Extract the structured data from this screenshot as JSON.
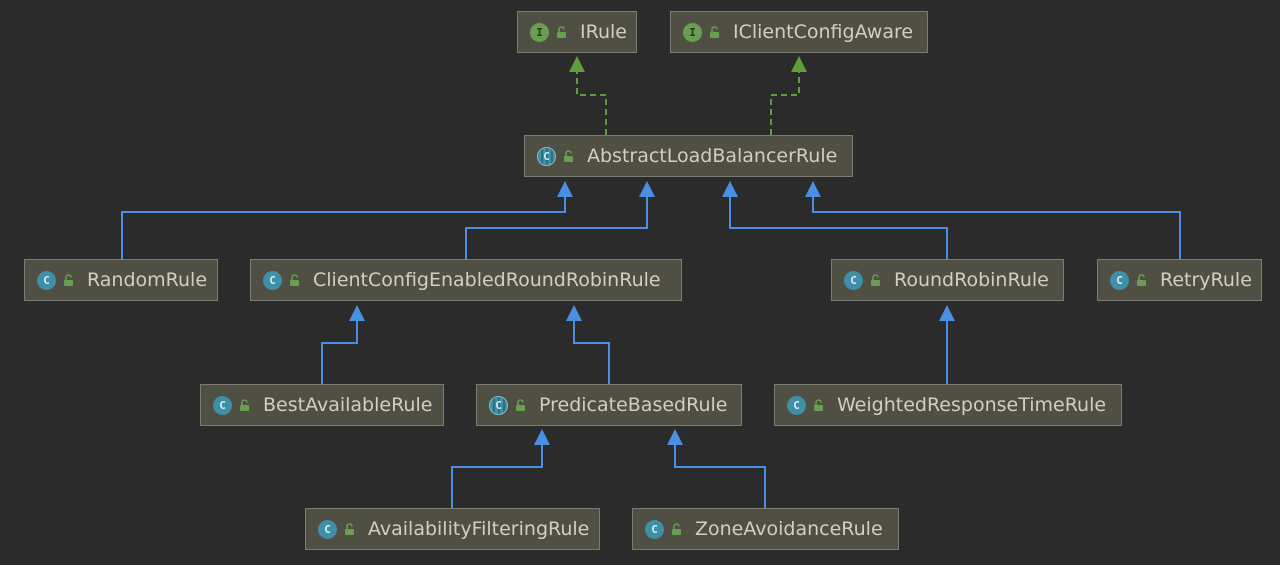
{
  "diagram": {
    "nodes": [
      {
        "id": "irule",
        "kind": "interface",
        "kind_letter": "I",
        "name": "IRule"
      },
      {
        "id": "iclientconfigaware",
        "kind": "interface",
        "kind_letter": "I",
        "name": "IClientConfigAware"
      },
      {
        "id": "abstractloadbalancerrule",
        "kind": "abstract",
        "kind_letter": "C",
        "name": "AbstractLoadBalancerRule"
      },
      {
        "id": "randomrule",
        "kind": "class",
        "kind_letter": "C",
        "name": "RandomRule"
      },
      {
        "id": "clientconfigenabledroundrobinrule",
        "kind": "class",
        "kind_letter": "C",
        "name": "ClientConfigEnabledRoundRobinRule"
      },
      {
        "id": "roundrobinrule",
        "kind": "class",
        "kind_letter": "C",
        "name": "RoundRobinRule"
      },
      {
        "id": "retryrule",
        "kind": "class",
        "kind_letter": "C",
        "name": "RetryRule"
      },
      {
        "id": "bestavailablerule",
        "kind": "class",
        "kind_letter": "C",
        "name": "BestAvailableRule"
      },
      {
        "id": "predicatebasedrule",
        "kind": "abstract",
        "kind_letter": "C",
        "name": "PredicateBasedRule"
      },
      {
        "id": "weightedresponsetimerule",
        "kind": "class",
        "kind_letter": "C",
        "name": "WeightedResponseTimeRule"
      },
      {
        "id": "availabilityfilteringrule",
        "kind": "class",
        "kind_letter": "C",
        "name": "AvailabilityFilteringRule"
      },
      {
        "id": "zoneavoidancerule",
        "kind": "class",
        "kind_letter": "C",
        "name": "ZoneAvoidanceRule"
      }
    ],
    "edges": [
      {
        "from": "abstractloadbalancerrule",
        "to": "irule",
        "type": "implements"
      },
      {
        "from": "abstractloadbalancerrule",
        "to": "iclientconfigaware",
        "type": "implements"
      },
      {
        "from": "randomrule",
        "to": "abstractloadbalancerrule",
        "type": "extends"
      },
      {
        "from": "clientconfigenabledroundrobinrule",
        "to": "abstractloadbalancerrule",
        "type": "extends"
      },
      {
        "from": "roundrobinrule",
        "to": "abstractloadbalancerrule",
        "type": "extends"
      },
      {
        "from": "retryrule",
        "to": "abstractloadbalancerrule",
        "type": "extends"
      },
      {
        "from": "bestavailablerule",
        "to": "clientconfigenabledroundrobinrule",
        "type": "extends"
      },
      {
        "from": "predicatebasedrule",
        "to": "clientconfigenabledroundrobinrule",
        "type": "extends"
      },
      {
        "from": "weightedresponsetimerule",
        "to": "roundrobinrule",
        "type": "extends"
      },
      {
        "from": "availabilityfilteringrule",
        "to": "predicatebasedrule",
        "type": "extends"
      },
      {
        "from": "zoneavoidancerule",
        "to": "predicatebasedrule",
        "type": "extends"
      }
    ]
  },
  "colors": {
    "background": "#2b2b2b",
    "node_fill": "#4f4f43",
    "node_border": "#7c7c72",
    "node_text": "#cfcfc7",
    "extends_edge": "#4a90e2",
    "implements_edge": "#5f9e3a",
    "interface_badge": "#6a9e52",
    "class_badge": "#3f8fa6",
    "visibility_icon": "#6a9e52"
  },
  "icons": {
    "interface": "interface-icon",
    "class": "class-icon",
    "abstract": "abstract-class-icon",
    "visibility": "public-visibility-icon"
  }
}
